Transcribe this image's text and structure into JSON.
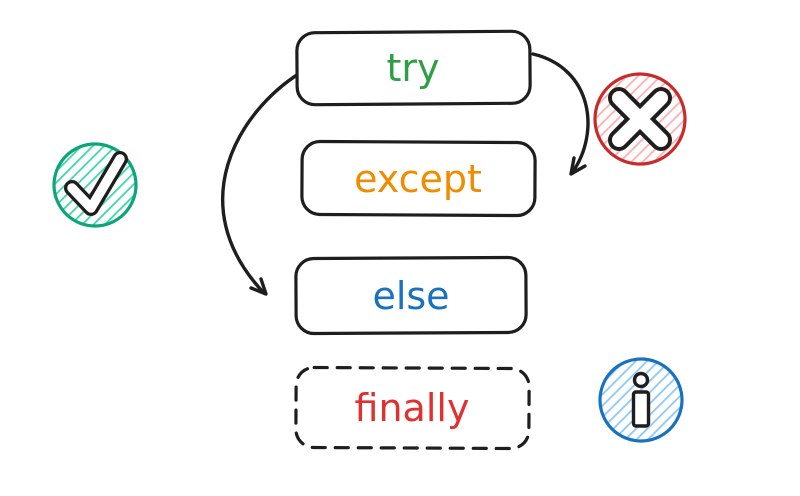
{
  "colors": {
    "ink": "#1e1e1e",
    "try_green": "#2f9e44",
    "except_orange": "#f08c00",
    "else_blue": "#1971c2",
    "finally_red": "#e03131",
    "check_circle_fill": "#3fd6ad",
    "check_circle_stroke": "#0ca678",
    "x_circle_fill": "#ffb0b0",
    "x_circle_stroke": "#c92a2a",
    "info_circle_fill": "#8cc8fa",
    "info_circle_stroke": "#1971c2"
  },
  "diagram": {
    "nodes": [
      {
        "id": "try",
        "label": "try",
        "text_color": "#2f9e44",
        "border_style": "solid"
      },
      {
        "id": "except",
        "label": "except",
        "text_color": "#f08c00",
        "border_style": "solid"
      },
      {
        "id": "else",
        "label": "else",
        "text_color": "#1971c2",
        "border_style": "solid"
      },
      {
        "id": "finally",
        "label": "finally",
        "text_color": "#e03131",
        "border_style": "dashed"
      }
    ],
    "edges": [
      {
        "from": "try",
        "to": "except"
      },
      {
        "from": "try",
        "to": "else"
      }
    ],
    "icons": [
      {
        "name": "check-circle-icon"
      },
      {
        "name": "x-circle-icon"
      },
      {
        "name": "info-circle-icon"
      }
    ]
  }
}
